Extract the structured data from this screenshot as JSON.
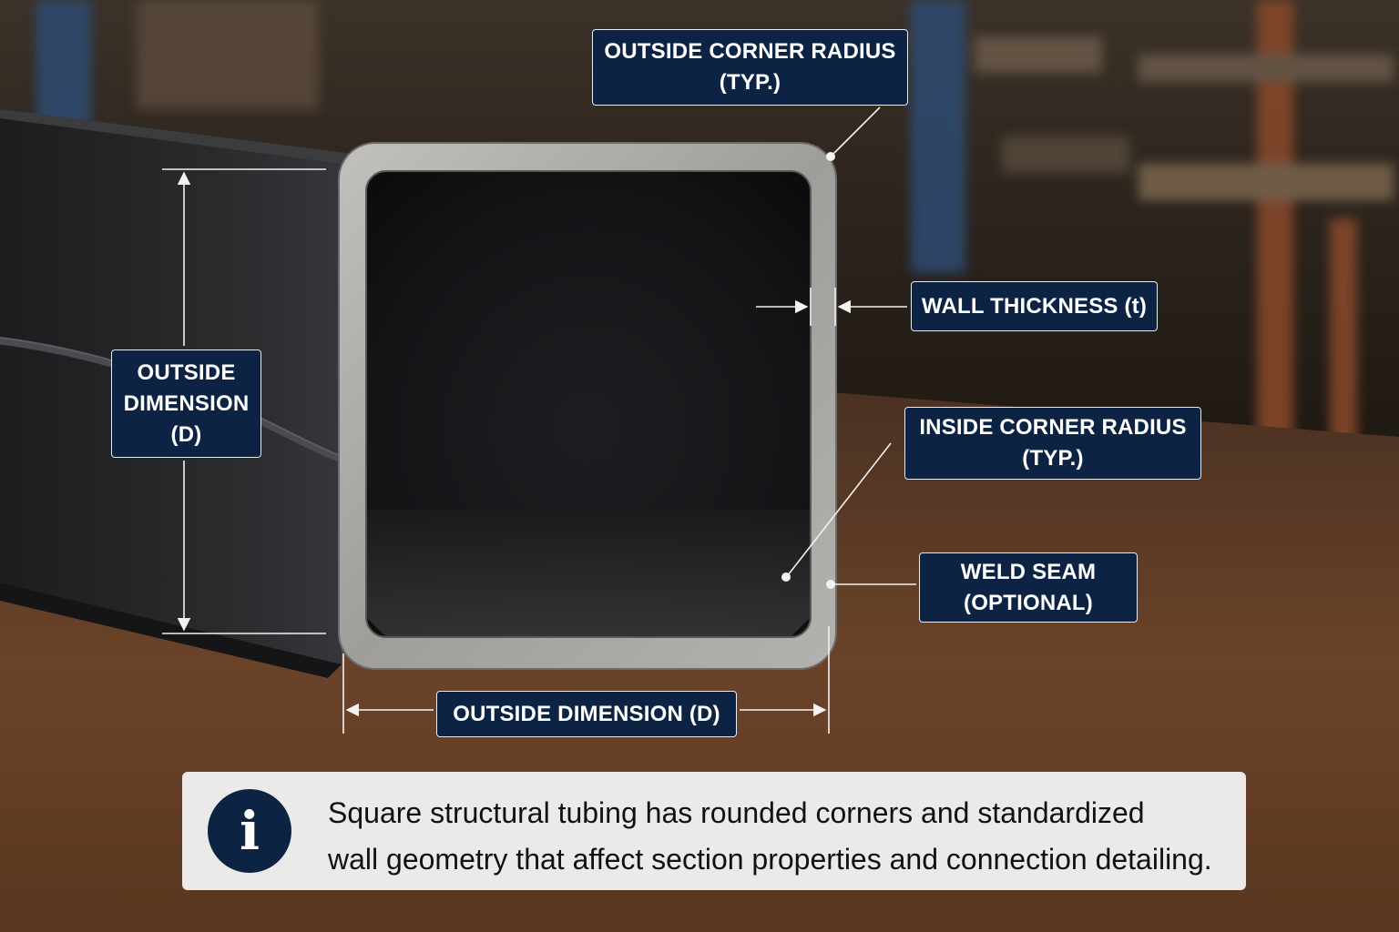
{
  "callouts": {
    "outside_corner_radius": {
      "line1": "OUTSIDE CORNER RADIUS",
      "line2": "(TYP.)"
    },
    "outside_dimension_vertical": {
      "line1": "OUTSIDE",
      "line2": "DIMENSION",
      "line3": "(D)"
    },
    "wall_thickness": {
      "label": "WALL THICKNESS (t)"
    },
    "inside_corner_radius": {
      "line1": "INSIDE CORNER RADIUS",
      "line2": "(TYP.)"
    },
    "weld_seam": {
      "line1": "WELD SEAM",
      "line2": "(OPTIONAL)"
    },
    "outside_dimension_horizontal": {
      "label": "OUTSIDE DIMENSION (D)"
    }
  },
  "info": {
    "icon": "info-icon",
    "icon_glyph": "i",
    "line1": "Square structural tubing has rounded corners and standardized",
    "line2": "wall geometry that affect section properties and connection detailing."
  },
  "colors": {
    "callout_bg": "#0d2344",
    "callout_border": "#e6ecf5",
    "leader_line": "#f2f2f2",
    "steel_face": "#a8a6a2",
    "tube_body": "#2e2f31",
    "floor": "#5e3a26"
  }
}
